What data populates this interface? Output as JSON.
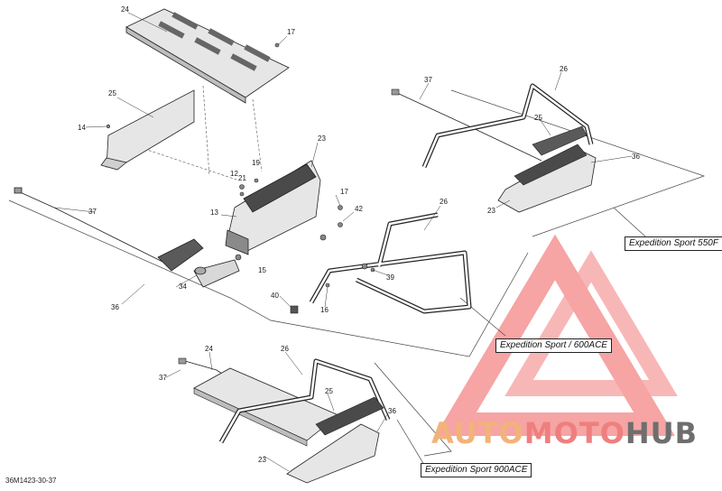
{
  "diagram_code": "36M1423-30-37",
  "model_labels": {
    "sport_550f": "Expedition Sport 550F",
    "sport_600ace": "Expedition Sport / 600ACE",
    "sport_900ace": "Expedition Sport 900ACE"
  },
  "callouts": {
    "c24_top": "24",
    "c17_top": "17",
    "c25_left": "25",
    "c14": "14",
    "c23_mid": "23",
    "c12": "12",
    "c19": "19",
    "c21": "21",
    "c17_mid": "17",
    "c13": "13",
    "c42": "42",
    "c15": "15",
    "c34": "34",
    "c36_left": "36",
    "c37_left": "37",
    "c26_mid": "26",
    "c39": "39",
    "c40": "40",
    "c16": "16",
    "c37_right": "37",
    "c26_right": "26",
    "c25_right": "25",
    "c36_right": "36",
    "c23_right": "23",
    "c37_bot": "37",
    "c24_bot": "24",
    "c26_bot": "26",
    "c25_bot": "25",
    "c36_bot": "36",
    "c23_bot": "23"
  },
  "watermark": {
    "part1": "AUTO",
    "part2": "MOTO",
    "part3": "HUB"
  },
  "colors": {
    "line": "#222222",
    "part_fill": "#e6e6e6",
    "dark": "#3a3a3a",
    "wm_orange": "#f2b37a",
    "wm_red": "#ef7f7f",
    "wm_grey": "#6e6e6e"
  }
}
